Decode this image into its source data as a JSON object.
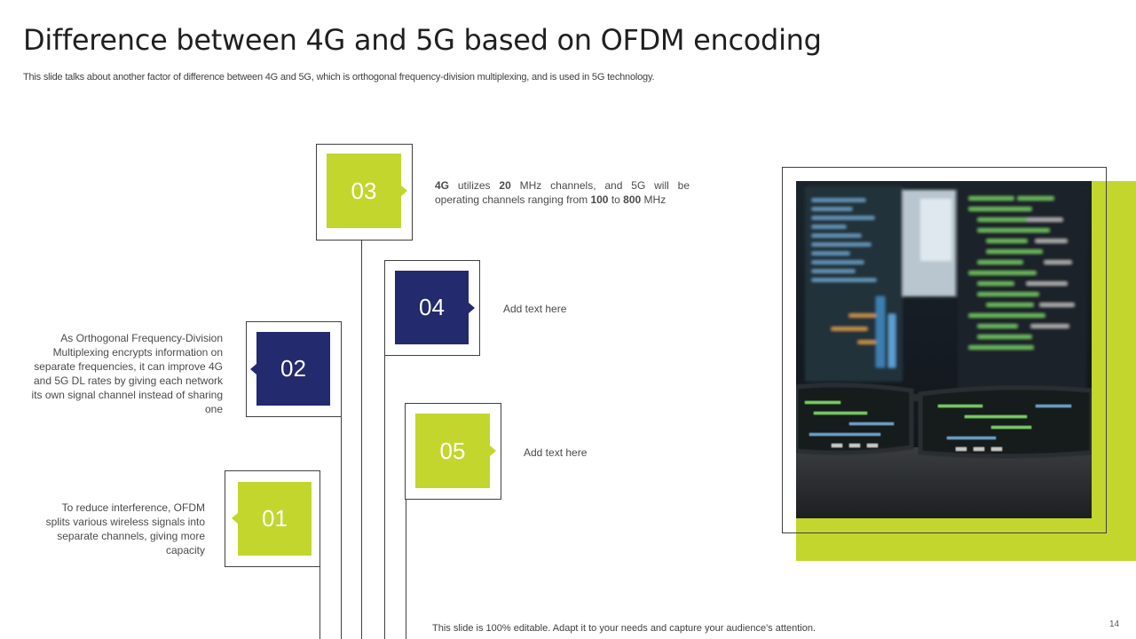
{
  "slide": {
    "title": "Difference between 4G and 5G based on OFDM encoding",
    "subtitle": "This slide talks about another factor of difference between 4G and 5G, which is orthogonal frequency-division multiplexing, and is used in 5G technology.",
    "footer": "This slide is 100% editable. Adapt it to your needs and capture your audience's attention.",
    "page_number": "14"
  },
  "steps": [
    {
      "number": "01",
      "text": "To reduce interference, OFDM splits various wireless signals into separate channels, giving more capacity"
    },
    {
      "number": "02",
      "text": "As Orthogonal Frequency-Division Multiplexing encrypts information on separate frequencies, it can improve 4G and 5G DL rates by giving each network its own signal channel instead of sharing one"
    },
    {
      "number": "03",
      "text_parts": {
        "p1": "4G",
        "p2": " utilizes ",
        "p3": "20",
        "p4": " MHz channels, and 5G will be operating channels ranging from ",
        "p5": "100",
        "p6": " to ",
        "p7": "800",
        "p8": " MHz"
      }
    },
    {
      "number": "04",
      "text": "Add text here"
    },
    {
      "number": "05",
      "text": "Add text here"
    }
  ],
  "colors": {
    "green": "#c2d62e",
    "navy": "#242a6e",
    "outline": "#404040"
  },
  "image": {
    "icon": "code-monitor-with-glasses-photo"
  }
}
